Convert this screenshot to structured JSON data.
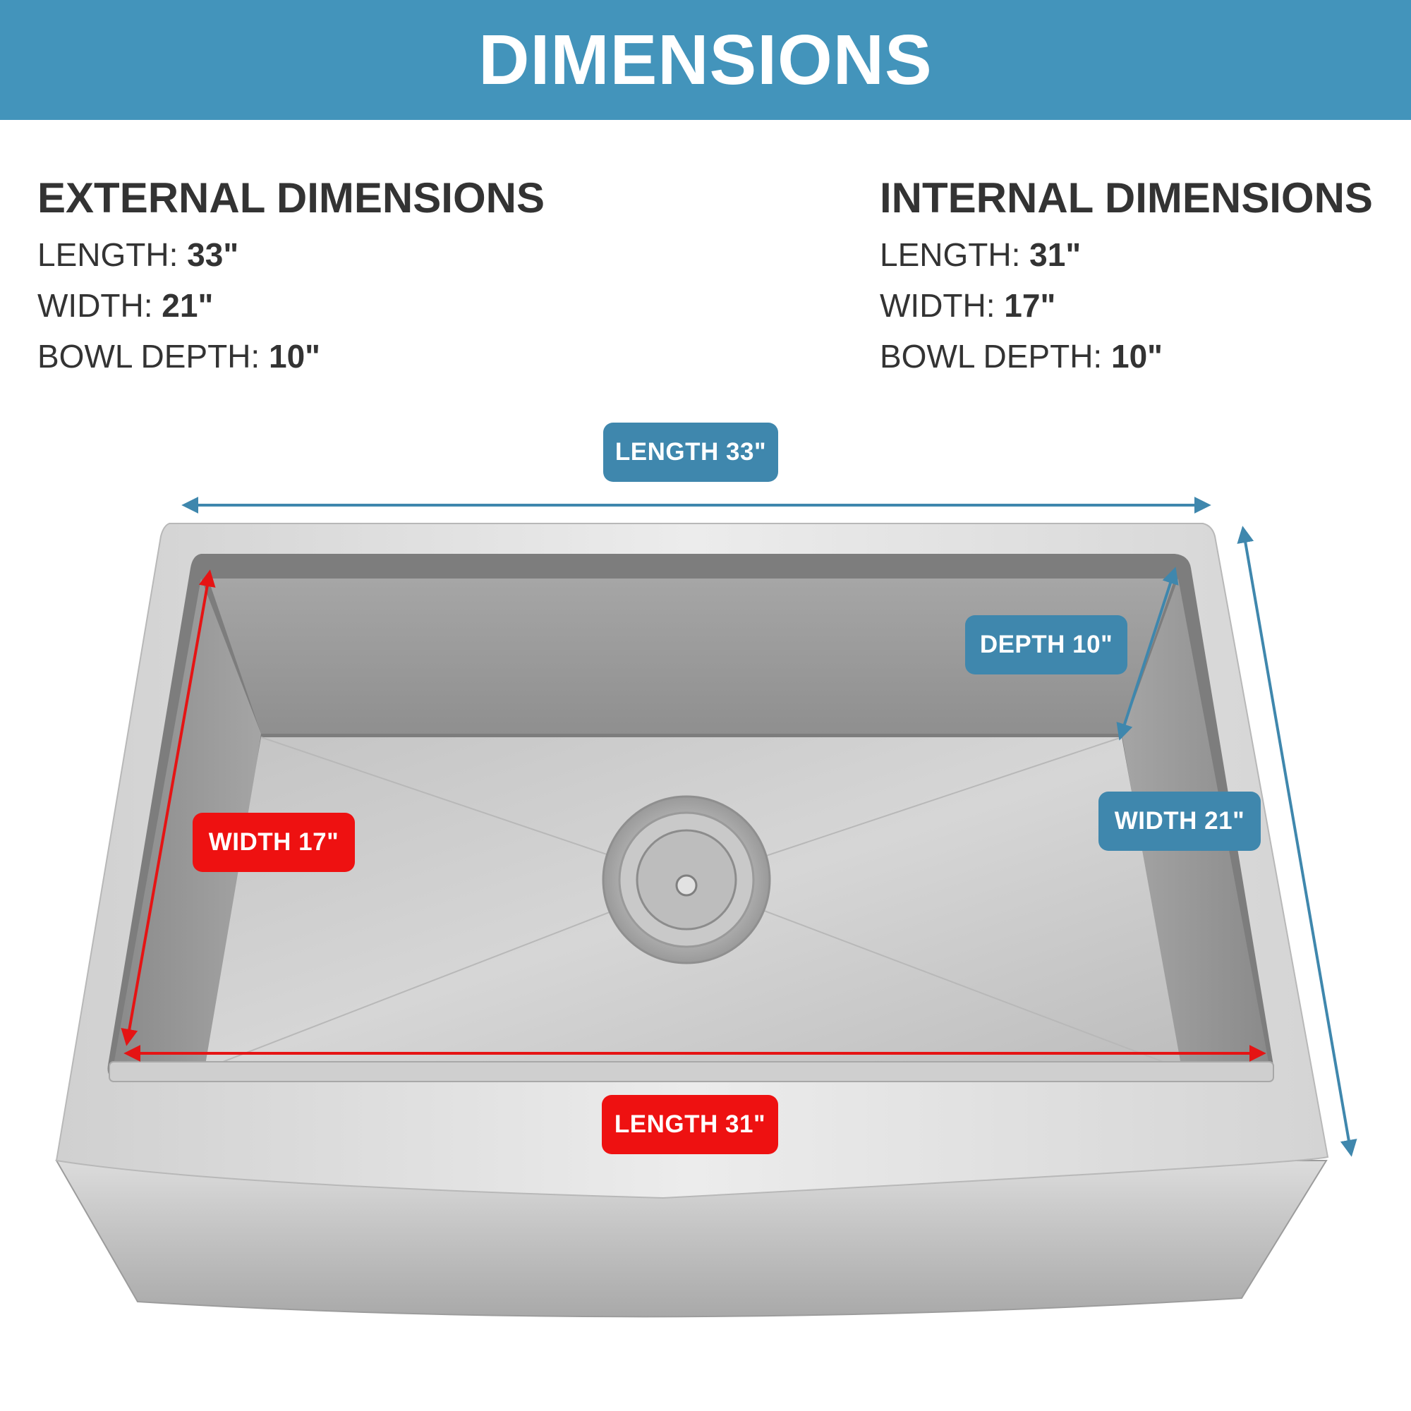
{
  "title": "DIMENSIONS",
  "colors": {
    "banner": "#4394bb",
    "blue_tag": "#3f87ad",
    "red_tag": "#ee1111",
    "blue_arrow": "#3f87ad",
    "red_arrow": "#e51414"
  },
  "external": {
    "heading": "EXTERNAL DIMENSIONS",
    "rows": [
      {
        "label": "LENGTH:",
        "value": "33\""
      },
      {
        "label": "WIDTH:",
        "value": "21\""
      },
      {
        "label": "BOWL DEPTH:",
        "value": "10\""
      }
    ]
  },
  "internal": {
    "heading": "INTERNAL DIMENSIONS",
    "rows": [
      {
        "label": "LENGTH:",
        "value": "31\""
      },
      {
        "label": "WIDTH:",
        "value": "17\""
      },
      {
        "label": "BOWL DEPTH:",
        "value": "10\""
      }
    ]
  },
  "callouts": {
    "ext_length": "LENGTH 33\"",
    "depth": "DEPTH 10\"",
    "ext_width": "WIDTH 21\"",
    "int_width": "WIDTH 17\"",
    "int_length": "LENGTH 31\""
  }
}
